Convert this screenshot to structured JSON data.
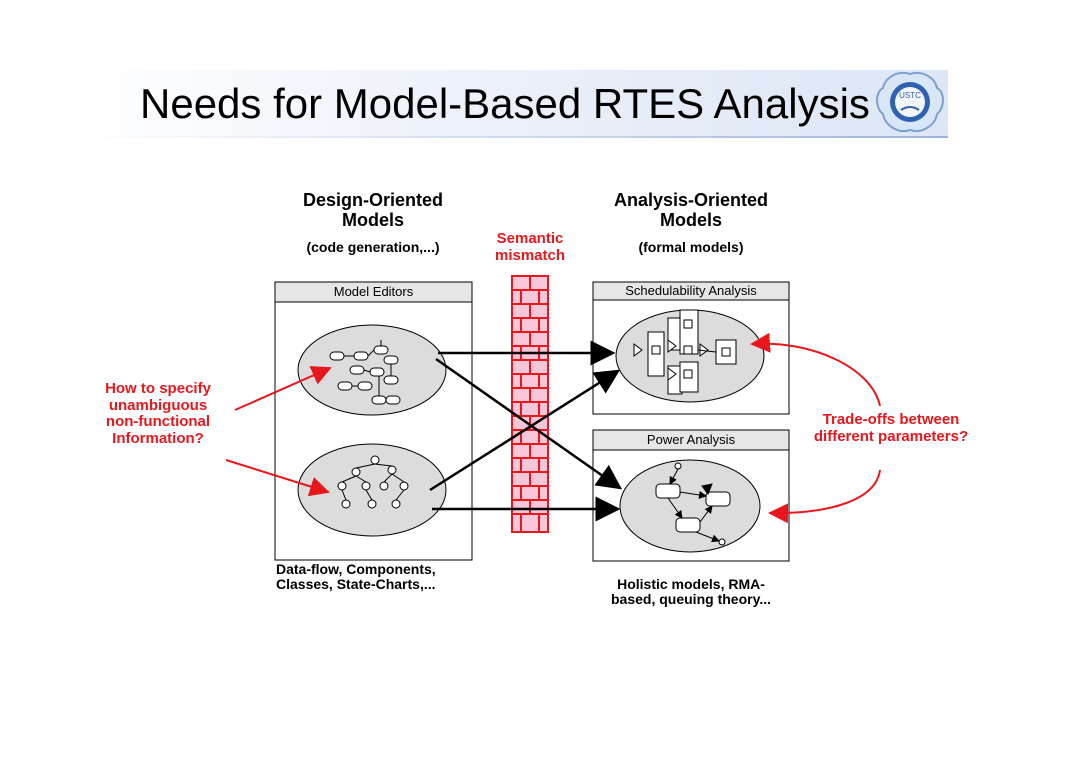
{
  "slide": {
    "title": "Needs for Model-Based RTES Analysis",
    "logo_text": "USTC"
  },
  "design": {
    "heading_line1": "Design-Oriented",
    "heading_line2": "Models",
    "subheading": "(code generation,...)",
    "box_title": "Model Editors",
    "caption_line1": "Data-flow, Components,",
    "caption_line2": "Classes, State-Charts,..."
  },
  "mismatch": {
    "line1": "Semantic",
    "line2": "mismatch"
  },
  "analysis": {
    "heading_line1": "Analysis-Oriented",
    "heading_line2": "Models",
    "subheading": "(formal models)",
    "sched_title": "Schedulability Analysis",
    "power_title": "Power Analysis",
    "caption_line1": "Holistic models, RMA-",
    "caption_line2": "based, queuing theory..."
  },
  "annotations": {
    "left_line1": "How to specify",
    "left_line2": "unambiguous",
    "left_line3": "non-functional",
    "left_line4": "Information?",
    "right_line1": "Trade-offs between",
    "right_line2": "different parameters?"
  },
  "colors": {
    "accent_red": "#e8171d",
    "wall_fill": "#f7c6d9",
    "wall_stroke": "#e8171d",
    "ellipse_fill": "#dcdcdc",
    "title_band": "#dce6f5"
  }
}
